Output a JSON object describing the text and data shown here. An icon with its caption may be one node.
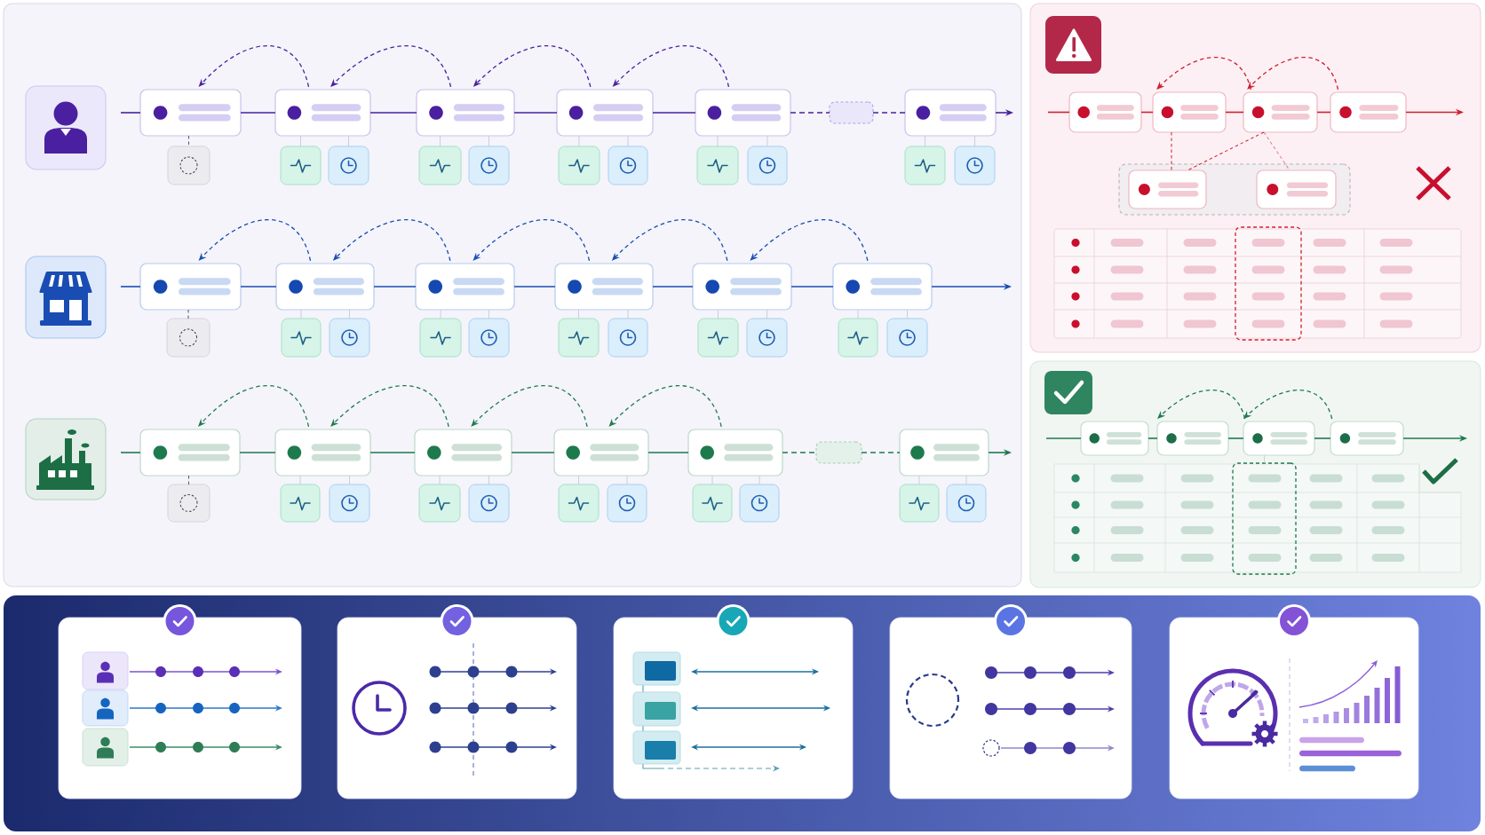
{
  "diagram": {
    "nodes": [
      {
        "text": [],
        "shape": "box"
      },
      {
        "text": [],
        "shape": "box",
        "in": 0
      },
      {
        "text": [],
        "shape": "box",
        "in": 0
      },
      {
        "text": [],
        "shape": "box",
        "in": 0
      },
      {
        "text": [],
        "shape": "box",
        "in": 0
      },
      {
        "text": [],
        "shape": "box",
        "in": 0
      },
      {
        "text": [],
        "shape": "box",
        "in": 0
      },
      {
        "text": [],
        "shape": "box",
        "in": 0
      },
      {
        "text": [],
        "shape": "picture",
        "in": 0
      },
      {
        "text": [],
        "shape": "picture",
        "in": 0
      },
      {
        "text": [],
        "shape": "picture",
        "in": 0
      },
      {
        "text": [],
        "shape": "picture",
        "in": 0
      },
      {
        "text": [],
        "shape": "picture",
        "in": 0
      },
      {
        "text": [],
        "shape": "picture",
        "in": 0
      },
      {
        "text": [],
        "shape": "picture",
        "in": 0
      },
      {
        "text": [],
        "shape": "picture",
        "in": 0
      },
      {
        "text": [],
        "shape": "picture",
        "in": 0
      },
      {
        "text": [],
        "shape": "picture",
        "in": 0
      },
      {
        "text": [],
        "shape": "picture",
        "in": 0
      },
      {
        "text": [],
        "shape": "box",
        "in": 0
      },
      {
        "text": [],
        "shape": "box",
        "in": 0
      },
      {
        "text": [],
        "shape": "box",
        "in": 0
      },
      {
        "text": [],
        "shape": "box",
        "in": 0
      },
      {
        "text": [],
        "shape": "box",
        "in": 0
      },
      {
        "text": [],
        "shape": "box",
        "in": 0
      },
      {
        "text": [],
        "shape": "picture",
        "in": 0
      },
      {
        "text": [],
        "shape": "picture",
        "in": 0
      },
      {
        "text": [],
        "shape": "picture",
        "in": 0
      },
      {
        "text": [],
        "shape": "picture",
        "in": 0
      },
      {
        "text": [],
        "shape": "picture",
        "in": 0
      },
      {
        "text": [],
        "shape": "picture",
        "in": 0
      },
      {
        "text": [],
        "shape": "picture",
        "in": 0
      },
      {
        "text": [],
        "shape": "picture",
        "in": 0
      },
      {
        "text": [],
        "shape": "picture",
        "in": 0
      },
      {
        "text": [],
        "shape": "picture",
        "in": 0
      },
      {
        "text": [],
        "shape": "picture",
        "in": 0
      },
      {
        "text": [],
        "shape": "box",
        "in": 0
      },
      {
        "text": [],
        "shape": "box",
        "in": 0
      },
      {
        "text": [],
        "shape": "box",
        "in": 0
      },
      {
        "text": [],
        "shape": "box",
        "in": 0
      },
      {
        "text": [],
        "shape": "box",
        "in": 0
      },
      {
        "text": [],
        "shape": "box",
        "in": 0
      },
      {
        "text": [],
        "shape": "box",
        "in": 0
      },
      {
        "text": [],
        "shape": "picture",
        "in": 0
      },
      {
        "text": [],
        "shape": "picture",
        "in": 0
      },
      {
        "text": [],
        "shape": "picture",
        "in": 0
      },
      {
        "text": [],
        "shape": "picture",
        "in": 0
      },
      {
        "text": [],
        "shape": "picture",
        "in": 0
      },
      {
        "text": [],
        "shape": "picture",
        "in": 0
      },
      {
        "text": [],
        "shape": "picture",
        "in": 0
      },
      {
        "text": [],
        "shape": "picture",
        "in": 0
      },
      {
        "text": [],
        "shape": "picture",
        "in": 0
      },
      {
        "text": [],
        "shape": "picture",
        "in": 0
      },
      {
        "text": [],
        "shape": "picture",
        "in": 0
      },
      {
        "text": [],
        "shape": "box"
      },
      {
        "text": [],
        "shape": "box",
        "in": 54
      },
      {
        "text": [],
        "shape": "box",
        "in": 54
      },
      {
        "text": [],
        "shape": "box",
        "in": 54
      },
      {
        "text": [],
        "shape": "box",
        "in": 54
      },
      {
        "text": [],
        "shape": "box",
        "in": 54
      },
      {
        "text": [],
        "shape": "box",
        "in": 59
      },
      {
        "text": [],
        "shape": "box",
        "in": 59
      },
      {
        "text": [],
        "shape": "box"
      },
      {
        "text": [],
        "shape": "box",
        "in": 62
      },
      {
        "text": [],
        "shape": "box",
        "in": 62
      },
      {
        "text": [],
        "shape": "box",
        "in": 62
      },
      {
        "text": [],
        "shape": "box",
        "in": 62
      },
      {
        "text": [],
        "shape": "box",
        "in": 62
      }
    ],
    "edges": [
      {
        "from": null,
        "to": 1,
        "arrow": "none",
        "color": "#4a1fa0"
      },
      {
        "from": 1,
        "to": 2,
        "arrow": "none",
        "color": "#4a1fa0"
      },
      {
        "from": 2,
        "to": 3,
        "arrow": "none",
        "color": "#4a1fa0"
      },
      {
        "from": 3,
        "to": 4,
        "arrow": "none",
        "color": "#4a1fa0"
      },
      {
        "from": 4,
        "to": 5,
        "arrow": "none",
        "color": "#4a1fa0"
      },
      {
        "from": 5,
        "to": 6,
        "arrow": "none",
        "style": "dashed",
        "color": "#4a1fa0"
      },
      {
        "from": 6,
        "to": 7,
        "arrow": "none",
        "style": "dashed",
        "color": "#4a1fa0"
      },
      {
        "from": 7,
        "to": null,
        "arrow": "to",
        "color": "#4a1fa0"
      },
      {
        "from": 2,
        "to": 1,
        "arrow": "to",
        "style": "dashed",
        "color": "#4a1fa0"
      },
      {
        "from": 3,
        "to": 2,
        "arrow": "to",
        "style": "dashed",
        "color": "#4a1fa0"
      },
      {
        "from": 4,
        "to": 3,
        "arrow": "to",
        "style": "dashed",
        "color": "#4a1fa0"
      },
      {
        "from": 5,
        "to": 4,
        "arrow": "to",
        "style": "dashed",
        "color": "#4a1fa0"
      },
      {
        "from": 1,
        "to": 8,
        "arrow": "none",
        "style": "dashed",
        "color": "#55557a"
      },
      {
        "from": 2,
        "to": 9,
        "arrow": "none"
      },
      {
        "from": 2,
        "to": 10,
        "arrow": "none"
      },
      {
        "from": 3,
        "to": 11,
        "arrow": "none"
      },
      {
        "from": 3,
        "to": 12,
        "arrow": "none"
      },
      {
        "from": 4,
        "to": 13,
        "arrow": "none"
      },
      {
        "from": 4,
        "to": 14,
        "arrow": "none"
      },
      {
        "from": 5,
        "to": 15,
        "arrow": "none"
      },
      {
        "from": 5,
        "to": 16,
        "arrow": "none"
      },
      {
        "from": 7,
        "to": 17,
        "arrow": "none"
      },
      {
        "from": 7,
        "to": 18,
        "arrow": "none"
      },
      {
        "from": null,
        "to": 19,
        "arrow": "none",
        "color": "#1a4db3"
      },
      {
        "from": 19,
        "to": 20,
        "arrow": "none",
        "color": "#1a4db3"
      },
      {
        "from": 20,
        "to": 21,
        "arrow": "none",
        "color": "#1a4db3"
      },
      {
        "from": 21,
        "to": 22,
        "arrow": "none",
        "color": "#1a4db3"
      },
      {
        "from": 22,
        "to": 23,
        "arrow": "none",
        "color": "#1a4db3"
      },
      {
        "from": 23,
        "to": 24,
        "arrow": "none",
        "color": "#1a4db3"
      },
      {
        "from": 24,
        "to": null,
        "arrow": "to",
        "color": "#1a4db3"
      },
      {
        "from": 20,
        "to": 19,
        "arrow": "to",
        "style": "dashed",
        "color": "#1a4db3"
      },
      {
        "from": 21,
        "to": 20,
        "arrow": "to",
        "style": "dashed",
        "color": "#1a4db3"
      },
      {
        "from": 22,
        "to": 21,
        "arrow": "to",
        "style": "dashed",
        "color": "#1a4db3"
      },
      {
        "from": 23,
        "to": 22,
        "arrow": "to",
        "style": "dashed",
        "color": "#1a4db3"
      },
      {
        "from": 24,
        "to": 23,
        "arrow": "to",
        "style": "dashed",
        "color": "#1a4db3"
      },
      {
        "from": 19,
        "to": 25,
        "arrow": "none",
        "style": "dashed",
        "color": "#55557a"
      },
      {
        "from": 20,
        "to": 26,
        "arrow": "none"
      },
      {
        "from": 20,
        "to": 27,
        "arrow": "none"
      },
      {
        "from": 21,
        "to": 28,
        "arrow": "none"
      },
      {
        "from": 21,
        "to": 29,
        "arrow": "none"
      },
      {
        "from": 22,
        "to": 30,
        "arrow": "none"
      },
      {
        "from": 22,
        "to": 31,
        "arrow": "none"
      },
      {
        "from": 23,
        "to": 32,
        "arrow": "none"
      },
      {
        "from": 23,
        "to": 33,
        "arrow": "none"
      },
      {
        "from": 24,
        "to": 34,
        "arrow": "none"
      },
      {
        "from": 24,
        "to": 35,
        "arrow": "none"
      },
      {
        "from": null,
        "to": 36,
        "arrow": "none",
        "color": "#1d7a4c"
      },
      {
        "from": 36,
        "to": 37,
        "arrow": "none",
        "color": "#1d7a4c"
      },
      {
        "from": 37,
        "to": 38,
        "arrow": "none",
        "color": "#1d7a4c"
      },
      {
        "from": 38,
        "to": 39,
        "arrow": "none",
        "color": "#1d7a4c"
      },
      {
        "from": 39,
        "to": 40,
        "arrow": "none",
        "color": "#1d7a4c"
      },
      {
        "from": 40,
        "to": 41,
        "arrow": "none",
        "style": "dashed",
        "color": "#1d7a4c"
      },
      {
        "from": 41,
        "to": 42,
        "arrow": "none",
        "style": "dashed",
        "color": "#1d7a4c"
      },
      {
        "from": 42,
        "to": null,
        "arrow": "to",
        "color": "#1d7a4c"
      },
      {
        "from": 37,
        "to": 36,
        "arrow": "to",
        "style": "dashed",
        "color": "#1d7a4c"
      },
      {
        "from": 38,
        "to": 37,
        "arrow": "to",
        "style": "dashed",
        "color": "#1d7a4c"
      },
      {
        "from": 39,
        "to": 38,
        "arrow": "to",
        "style": "dashed",
        "color": "#1d7a4c"
      },
      {
        "from": 40,
        "to": 39,
        "arrow": "to",
        "style": "dashed",
        "color": "#1d7a4c"
      },
      {
        "from": 36,
        "to": 43,
        "arrow": "none",
        "style": "dashed",
        "color": "#55557a"
      },
      {
        "from": 37,
        "to": 44,
        "arrow": "none"
      },
      {
        "from": 37,
        "to": 45,
        "arrow": "none"
      },
      {
        "from": 38,
        "to": 46,
        "arrow": "none"
      },
      {
        "from": 38,
        "to": 47,
        "arrow": "none"
      },
      {
        "from": 39,
        "to": 48,
        "arrow": "none"
      },
      {
        "from": 39,
        "to": 49,
        "arrow": "none"
      },
      {
        "from": 40,
        "to": 50,
        "arrow": "none"
      },
      {
        "from": 40,
        "to": 51,
        "arrow": "none"
      },
      {
        "from": 42,
        "to": 52,
        "arrow": "none"
      },
      {
        "from": 42,
        "to": 53,
        "arrow": "none"
      },
      {
        "from": null,
        "to": 55,
        "arrow": "none",
        "color": "#d0202e"
      },
      {
        "from": 55,
        "to": 56,
        "arrow": "none",
        "color": "#d0202e"
      },
      {
        "from": 56,
        "to": 57,
        "arrow": "none",
        "color": "#d0202e"
      },
      {
        "from": 57,
        "to": 58,
        "arrow": "none",
        "color": "#d0202e"
      },
      {
        "from": 58,
        "to": null,
        "arrow": "to",
        "color": "#d0202e"
      },
      {
        "from": 57,
        "to": 56,
        "arrow": "to",
        "style": "dashed",
        "color": "#d0202e"
      },
      {
        "from": 58,
        "to": 57,
        "arrow": "to",
        "style": "dashed",
        "color": "#d0202e"
      },
      {
        "from": 56,
        "to": 60,
        "arrow": "none",
        "style": "dashed",
        "color": "#d0202e"
      },
      {
        "from": 57,
        "to": 60,
        "arrow": "none",
        "style": "dashed",
        "color": "#d0202e"
      },
      {
        "from": 57,
        "to": 61,
        "arrow": "none",
        "style": "dashed",
        "color": "#e27d8b"
      },
      {
        "from": null,
        "to": 63,
        "arrow": "none",
        "color": "#1d7a4c"
      },
      {
        "from": 63,
        "to": 64,
        "arrow": "none",
        "color": "#1d7a4c"
      },
      {
        "from": 64,
        "to": 65,
        "arrow": "none",
        "color": "#1d7a4c"
      },
      {
        "from": 65,
        "to": 66,
        "arrow": "none",
        "color": "#1d7a4c"
      },
      {
        "from": 66,
        "to": null,
        "arrow": "to",
        "color": "#1d7a4c"
      },
      {
        "from": 65,
        "to": 64,
        "arrow": "to",
        "style": "dashed",
        "color": "#1d7a4c"
      },
      {
        "from": 66,
        "to": 65,
        "arrow": "to",
        "style": "dashed",
        "color": "#1d7a4c"
      },
      {
        "from": 65,
        "to": 67,
        "arrow": "none"
      }
    ]
  }
}
